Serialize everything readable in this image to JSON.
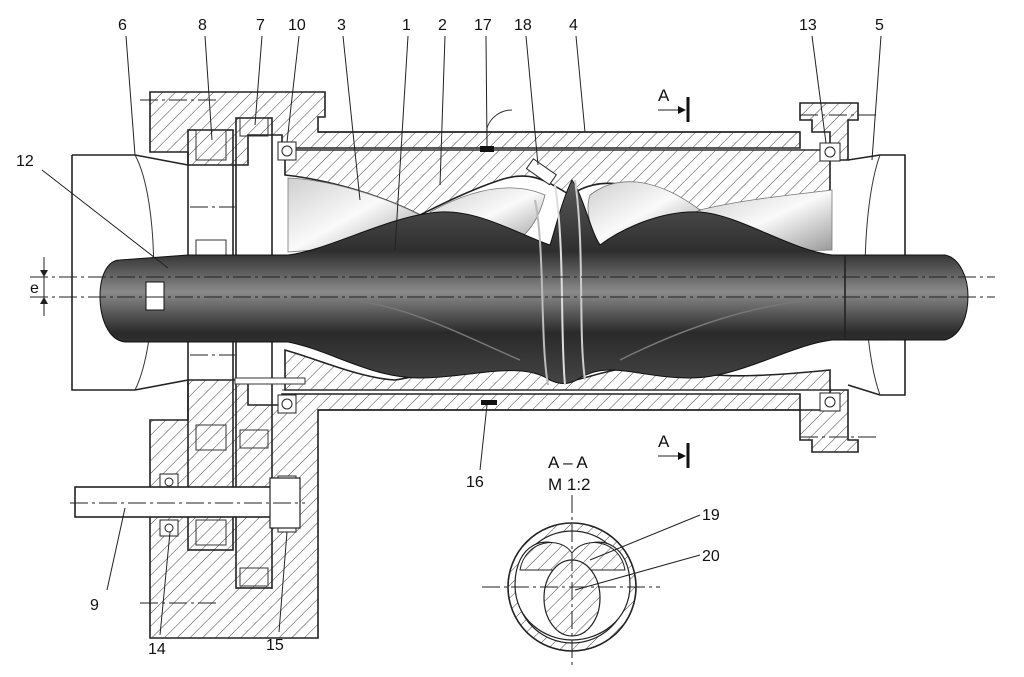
{
  "callouts": [
    {
      "id": "6",
      "text": "6"
    },
    {
      "id": "8",
      "text": "8"
    },
    {
      "id": "7",
      "text": "7"
    },
    {
      "id": "10",
      "text": "10"
    },
    {
      "id": "3",
      "text": "3"
    },
    {
      "id": "1",
      "text": "1"
    },
    {
      "id": "2",
      "text": "2"
    },
    {
      "id": "17",
      "text": "17"
    },
    {
      "id": "18",
      "text": "18"
    },
    {
      "id": "4",
      "text": "4"
    },
    {
      "id": "13",
      "text": "13"
    },
    {
      "id": "5",
      "text": "5"
    },
    {
      "id": "12",
      "text": "12"
    },
    {
      "id": "e",
      "text": "e"
    },
    {
      "id": "16",
      "text": "16"
    },
    {
      "id": "9",
      "text": "9"
    },
    {
      "id": "14",
      "text": "14"
    },
    {
      "id": "15",
      "text": "15"
    },
    {
      "id": "19",
      "text": "19"
    },
    {
      "id": "20",
      "text": "20"
    }
  ],
  "section_marks": {
    "top": "A",
    "bottom": "A"
  },
  "section_view": {
    "title": "A – A",
    "scale": "M 1:2"
  },
  "colors": {
    "line": "#222222",
    "rotor_dark": "#3a3a3a",
    "rotor_light": "#f2f2f2",
    "hatch": "#444444"
  }
}
